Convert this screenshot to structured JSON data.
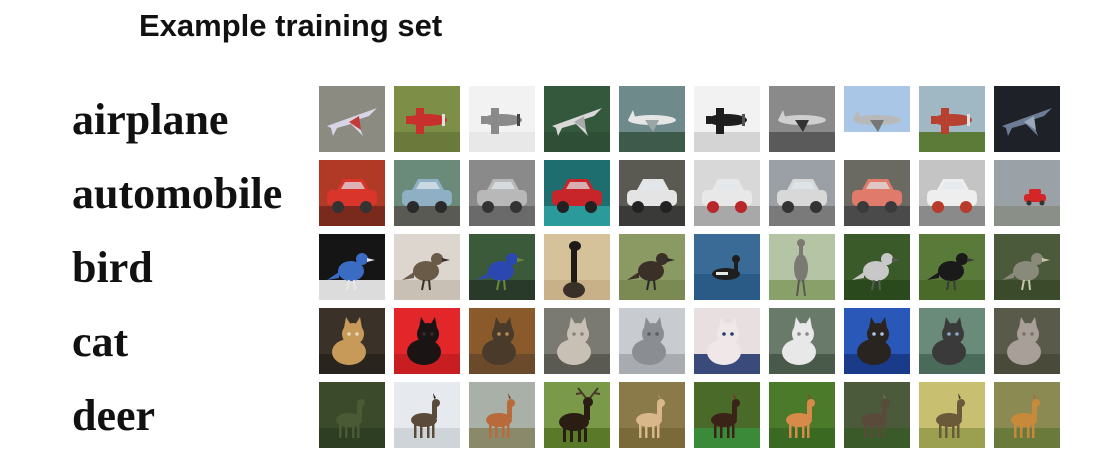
{
  "title": "Example training set",
  "classes": [
    {
      "label": "airplane",
      "thumbs": [
        {
          "subject": "fighter-jet",
          "bg": "#8b8b82",
          "ground": "#8b8b82",
          "fg": "#d6d6e6",
          "accent": "#c23a3a"
        },
        {
          "subject": "propeller-plane",
          "bg": "#7d8e46",
          "ground": "#6b7a3a",
          "fg": "#c8302e",
          "accent": "#e0e0e0"
        },
        {
          "subject": "propeller-plane",
          "bg": "#f2f2f2",
          "ground": "#e8e8e8",
          "fg": "#8a8a8a",
          "accent": "#444444"
        },
        {
          "subject": "fighter-jet",
          "bg": "#33583c",
          "ground": "#2e4f35",
          "fg": "#d8d8d8",
          "accent": "#aaaaaa"
        },
        {
          "subject": "airliner",
          "bg": "#6f8a8a",
          "ground": "#3d5a4a",
          "fg": "#e6e6e6",
          "accent": "#9aa6a6"
        },
        {
          "subject": "propeller-plane",
          "bg": "#f2f2f2",
          "ground": "#d4d4d4",
          "fg": "#1e1e1e",
          "accent": "#555555"
        },
        {
          "subject": "airliner",
          "bg": "#8a8a8a",
          "ground": "#5a5a5a",
          "fg": "#cfcfcf",
          "accent": "#333333"
        },
        {
          "subject": "airliner",
          "bg": "#a9c6e6",
          "ground": "#ffffff",
          "fg": "#b8b8b8",
          "accent": "#777777"
        },
        {
          "subject": "propeller-plane",
          "bg": "#9fb8c4",
          "ground": "#5c7a38",
          "fg": "#b84030",
          "accent": "#e0e0e0"
        },
        {
          "subject": "fighter-jet",
          "bg": "#1e2228",
          "ground": "#1e2228",
          "fg": "#6c7c94",
          "accent": "#9aa8bc"
        }
      ]
    },
    {
      "label": "automobile",
      "thumbs": [
        {
          "subject": "car",
          "bg": "#b03a26",
          "ground": "#7a2a1c",
          "fg": "#d9352b",
          "accent": "#333333"
        },
        {
          "subject": "car",
          "bg": "#6a8a7a",
          "ground": "#5a5a55",
          "fg": "#8fb0c4",
          "accent": "#2a2a2a"
        },
        {
          "subject": "car",
          "bg": "#8a8a8a",
          "ground": "#6a6a6a",
          "fg": "#b8b8b8",
          "accent": "#333333"
        },
        {
          "subject": "car",
          "bg": "#1e6e70",
          "ground": "#2a9a9a",
          "fg": "#c8252a",
          "accent": "#222222"
        },
        {
          "subject": "car",
          "bg": "#5a5a52",
          "ground": "#3a3a38",
          "fg": "#e4e4e4",
          "accent": "#222222"
        },
        {
          "subject": "car",
          "bg": "#d8d8d8",
          "ground": "#a8a8a8",
          "fg": "#e8e8e8",
          "accent": "#b8282a"
        },
        {
          "subject": "car",
          "bg": "#9aa0a6",
          "ground": "#7a7a7a",
          "fg": "#d8d8d8",
          "accent": "#333333"
        },
        {
          "subject": "car",
          "bg": "#6a6a62",
          "ground": "#4a4a4a",
          "fg": "#e07a6a",
          "accent": "#3a3a3a"
        },
        {
          "subject": "car",
          "bg": "#c4c4c4",
          "ground": "#8a8a8a",
          "fg": "#eeeeee",
          "accent": "#b83a2a"
        },
        {
          "subject": "small-car",
          "bg": "#9aa2a8",
          "ground": "#8a9088",
          "fg": "#d42626",
          "accent": "#333333"
        }
      ]
    },
    {
      "label": "bird",
      "thumbs": [
        {
          "subject": "bird",
          "bg": "#151515",
          "ground": "#dcdcdc",
          "fg": "#3a6cc4",
          "accent": "#e8e8e8"
        },
        {
          "subject": "bird",
          "bg": "#dcd6ce",
          "ground": "#c8c0b4",
          "fg": "#6a5a48",
          "accent": "#3a3028"
        },
        {
          "subject": "bird",
          "bg": "#3a5a3a",
          "ground": "#2a3a2a",
          "fg": "#2a48b0",
          "accent": "#6a8a3a"
        },
        {
          "subject": "ostrich",
          "bg": "#d6c29a",
          "ground": "#c8b088",
          "fg": "#1e1a16",
          "accent": "#3a302a"
        },
        {
          "subject": "bird",
          "bg": "#8a9a62",
          "ground": "#7a8a52",
          "fg": "#3a3028",
          "accent": "#2a2a2a"
        },
        {
          "subject": "water-bird",
          "bg": "#3a6a96",
          "ground": "#2a5a86",
          "fg": "#1e1e1e",
          "accent": "#e8e8e8"
        },
        {
          "subject": "heron",
          "bg": "#b4c4a4",
          "ground": "#8aa06a",
          "fg": "#7a7a72",
          "accent": "#5a5a52"
        },
        {
          "subject": "bird",
          "bg": "#3a5a2a",
          "ground": "#2a4a1e",
          "fg": "#c8c8c8",
          "accent": "#5a5a5a"
        },
        {
          "subject": "bird",
          "bg": "#5a7a3a",
          "ground": "#4a6a2a",
          "fg": "#1a1a1a",
          "accent": "#3a3a3a"
        },
        {
          "subject": "bird",
          "bg": "#4a5a3a",
          "ground": "#3a4a2a",
          "fg": "#8a8a7a",
          "accent": "#c8c8a8"
        }
      ]
    },
    {
      "label": "cat",
      "thumbs": [
        {
          "subject": "cat",
          "bg": "#3a3228",
          "ground": "#2a241e",
          "fg": "#c89a5a",
          "accent": "#e8d8b8"
        },
        {
          "subject": "cat",
          "bg": "#e2262a",
          "ground": "#c81e22",
          "fg": "#1a1414",
          "accent": "#3a2a2a"
        },
        {
          "subject": "cat",
          "bg": "#8a5a2a",
          "ground": "#6a4a2a",
          "fg": "#4a3a2a",
          "accent": "#b88a5a"
        },
        {
          "subject": "cat",
          "bg": "#7a7a72",
          "ground": "#5a5a52",
          "fg": "#c8c0b4",
          "accent": "#8a8478"
        },
        {
          "subject": "cat",
          "bg": "#c8ccd0",
          "ground": "#a8acb0",
          "fg": "#8a8e92",
          "accent": "#5a5e62"
        },
        {
          "subject": "cat",
          "bg": "#e8e0e0",
          "ground": "#3a4a7a",
          "fg": "#f0e8e8",
          "accent": "#2a3a6a"
        },
        {
          "subject": "cat",
          "bg": "#6a7a6a",
          "ground": "#4a5a4a",
          "fg": "#e8e8e8",
          "accent": "#8a8a8a"
        },
        {
          "subject": "cat",
          "bg": "#2a58b8",
          "ground": "#1a3a8a",
          "fg": "#2a2420",
          "accent": "#a8c4e8"
        },
        {
          "subject": "cat",
          "bg": "#6a8a7a",
          "ground": "#4a6a5a",
          "fg": "#3a3a3a",
          "accent": "#8aa8c8"
        },
        {
          "subject": "cat",
          "bg": "#5a5a4a",
          "ground": "#4a4a3a",
          "fg": "#a8a098",
          "accent": "#7a7268"
        }
      ]
    },
    {
      "label": "deer",
      "thumbs": [
        {
          "subject": "deer",
          "bg": "#3a4a2a",
          "ground": "#2e3e22",
          "fg": "#4a5a34",
          "accent": "#3a4a2a"
        },
        {
          "subject": "deer",
          "bg": "#e6eaee",
          "ground": "#cfd4d8",
          "fg": "#5a4a3a",
          "accent": "#2a2420"
        },
        {
          "subject": "deer",
          "bg": "#a8b0a8",
          "ground": "#8a8a6a",
          "fg": "#b86a3a",
          "accent": "#7a4a2a"
        },
        {
          "subject": "elk",
          "bg": "#7a9a4a",
          "ground": "#5a7a2a",
          "fg": "#2a1e14",
          "accent": "#4a3a2a"
        },
        {
          "subject": "deer",
          "bg": "#8a7a4a",
          "ground": "#7a6a3a",
          "fg": "#d8b88a",
          "accent": "#a88a5a"
        },
        {
          "subject": "deer",
          "bg": "#4a6a2a",
          "ground": "#3a8a3a",
          "fg": "#3a2418",
          "accent": "#8a2a2a"
        },
        {
          "subject": "deer",
          "bg": "#4a7a2a",
          "ground": "#3a6a22",
          "fg": "#d88a4a",
          "accent": "#8a4a2a"
        },
        {
          "subject": "deer",
          "bg": "#4a5a3a",
          "ground": "#3a5a2a",
          "fg": "#5a4a3a",
          "accent": "#7a6a5a"
        },
        {
          "subject": "deer",
          "bg": "#c8c070",
          "ground": "#9aa050",
          "fg": "#6a5a3a",
          "accent": "#3a3a2a"
        },
        {
          "subject": "deer",
          "bg": "#8a8a52",
          "ground": "#6a7a3a",
          "fg": "#c88a3a",
          "accent": "#a86a2a"
        }
      ]
    }
  ]
}
